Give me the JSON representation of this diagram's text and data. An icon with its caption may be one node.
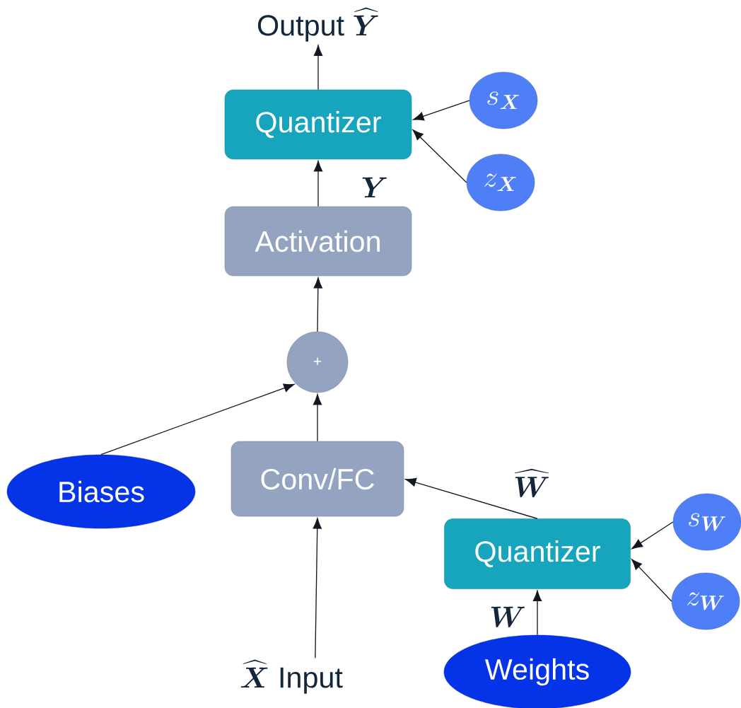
{
  "diagram": {
    "nodes": [
      {
        "text": [
          "Output",
          "\\widehat{\\boldsymbol{Y}}"
        ]
      },
      {
        "text": [
          "Quantizer"
        ]
      },
      {
        "text": [
          "s_{\\boldsymbol{X}}"
        ]
      },
      {
        "text": [
          "z_{\\boldsymbol{X}}"
        ]
      },
      {
        "text": [
          "Activation"
        ]
      },
      {
        "text": [
          "+"
        ]
      },
      {
        "text": [
          "Biases"
        ]
      },
      {
        "text": [
          "Conv/FC"
        ]
      },
      {
        "text": [
          "Quantizer"
        ]
      },
      {
        "text": [
          "s_{\\boldsymbol{W}}"
        ]
      },
      {
        "text": [
          "z_{\\boldsymbol{W}}"
        ]
      },
      {
        "text": [
          "Weights"
        ]
      },
      {
        "text": [
          "\\widehat{\\boldsymbol{X}}",
          "Input"
        ]
      }
    ],
    "edges": [
      {
        "from": 1,
        "to": 0,
        "arrow": "to"
      },
      {
        "from": 2,
        "to": 1,
        "arrow": "to"
      },
      {
        "from": 3,
        "to": 1,
        "arrow": "to"
      },
      {
        "from": 4,
        "to": 1,
        "arrow": "to",
        "label": "\\boldsymbol{Y}"
      },
      {
        "from": 5,
        "to": 4,
        "arrow": "to"
      },
      {
        "from": 6,
        "to": 5,
        "arrow": "to"
      },
      {
        "from": 7,
        "to": 5,
        "arrow": "to"
      },
      {
        "from": 8,
        "to": 7,
        "arrow": "to",
        "label": "\\widehat{\\boldsymbol{W}}"
      },
      {
        "from": 9,
        "to": 8,
        "arrow": "to"
      },
      {
        "from": 10,
        "to": 8,
        "arrow": "to"
      },
      {
        "from": 11,
        "to": 8,
        "arrow": "to",
        "label": "\\boldsymbol{W}"
      },
      {
        "from": 12,
        "to": 7,
        "arrow": "to"
      }
    ]
  }
}
